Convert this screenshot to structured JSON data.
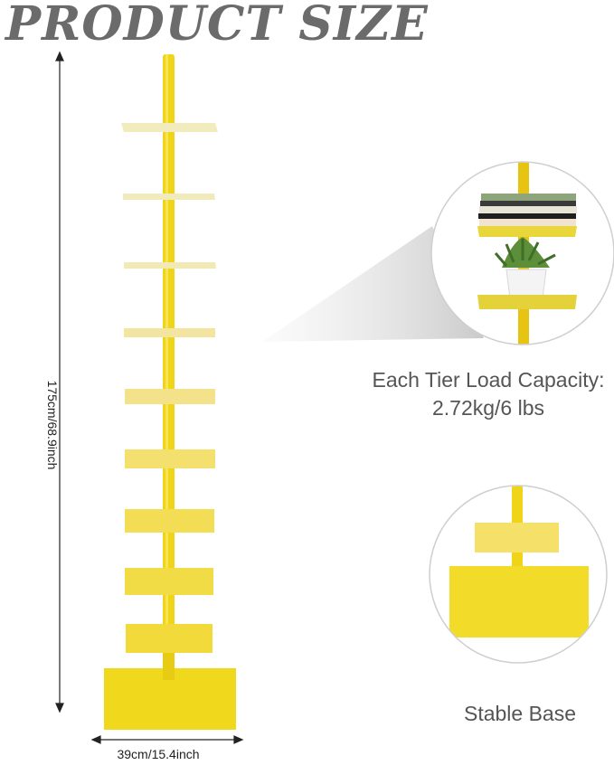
{
  "title": "PRODUCT SIZE",
  "height_label": "175cm/68.9inch",
  "width_label": "39cm/15.4inch",
  "capacity_line1": "Each Tier Load Capacity:",
  "capacity_line2": "2.72kg/6 lbs",
  "base_label": "Stable Base",
  "product": {
    "tiers": 9,
    "color": "#f2dc32",
    "pole_color": "#f0d418"
  },
  "detail_top": {
    "items": [
      "books",
      "potted-plant"
    ]
  }
}
